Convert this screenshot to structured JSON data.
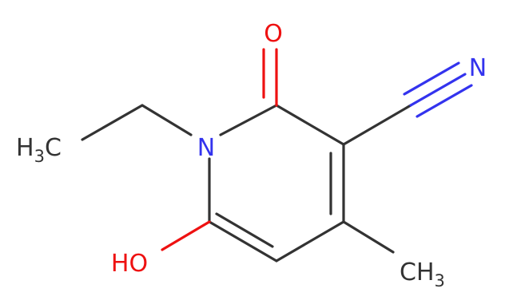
{
  "molecule": {
    "atoms": {
      "ring_n": {
        "text": "N",
        "color": "#3333ee"
      },
      "carbonyl_o": {
        "text": "O",
        "color": "#ee1111"
      },
      "nitrile_n": {
        "text": "N",
        "color": "#3333ee"
      },
      "hydroxyl": {
        "text": "HO",
        "color": "#ee1111"
      },
      "ethyl_ch3": {
        "main": "H",
        "sub": "3",
        "tail": "C",
        "color": "#333333"
      },
      "methyl_ch3": {
        "main": "CH",
        "sub": "3",
        "color": "#333333"
      }
    },
    "colors": {
      "bond": "#333333"
    }
  }
}
